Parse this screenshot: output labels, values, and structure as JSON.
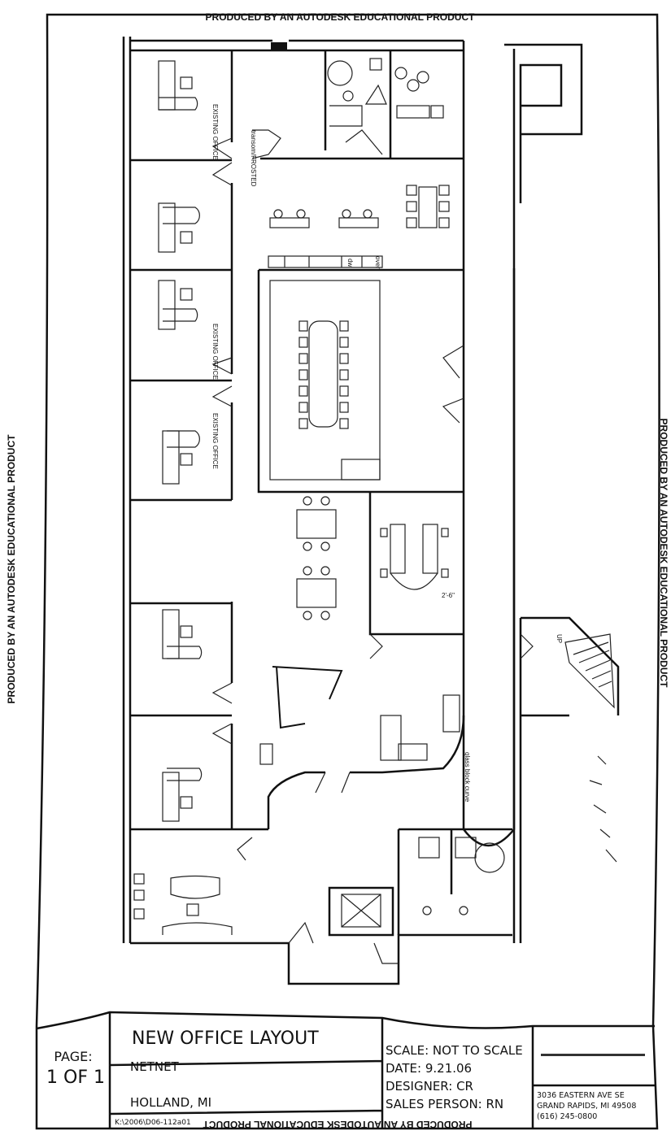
{
  "watermark": "PRODUCED BY AN AUTODESK EDUCATIONAL PRODUCT",
  "plan_labels": {
    "transom": "transom/FROSTED",
    "existing_office": "EXISTING OFFICE",
    "dimension": "2'-6\"",
    "glass_block": "glass block curve",
    "stair_up": "UP",
    "dishwasher": "dw",
    "oven": "oven"
  },
  "title_block": {
    "page_label": "PAGE:",
    "page_value": "1 OF 1",
    "title": "NEW OFFICE LAYOUT",
    "client": "NETNET",
    "location": "HOLLAND, MI",
    "file_path": "K:\\2006\\D06-112a01",
    "scale": "SCALE: NOT TO SCALE",
    "date": "DATE:  9.21.06",
    "designer": "DESIGNER: CR",
    "sales_person": "SALES PERSON: RN",
    "address_line1": "3036 EASTERN AVE SE",
    "address_line2": "GRAND RAPIDS, MI 49508",
    "phone": "(616) 245-0800"
  }
}
